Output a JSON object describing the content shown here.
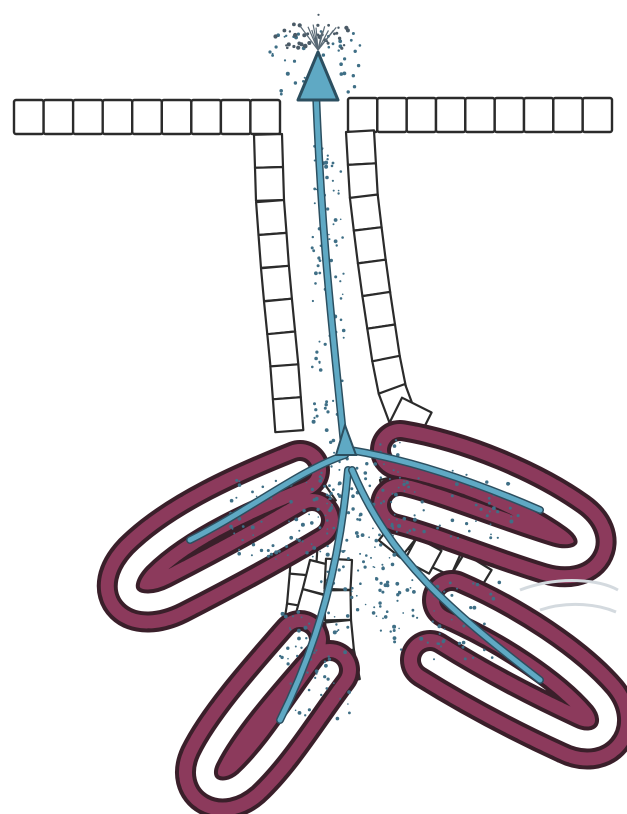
{
  "diagram": {
    "kind": "branched-gland-illustration",
    "colors": {
      "background": "#ffffff",
      "outline": "#2b2b2b",
      "duct_cell_fill": "#ffffff",
      "secretory_cell_fill": "#8c3a5c",
      "secretory_cell_dark": "#3a1f2a",
      "lumen_dots": "#3f6f86",
      "flow_arrow": "#5fa9c4"
    },
    "parts": [
      {
        "name": "surface-epithelium"
      },
      {
        "name": "excretory-duct"
      },
      {
        "name": "secretory-acini"
      },
      {
        "name": "secretion-flow-arrows"
      },
      {
        "name": "secretion-release"
      }
    ]
  }
}
